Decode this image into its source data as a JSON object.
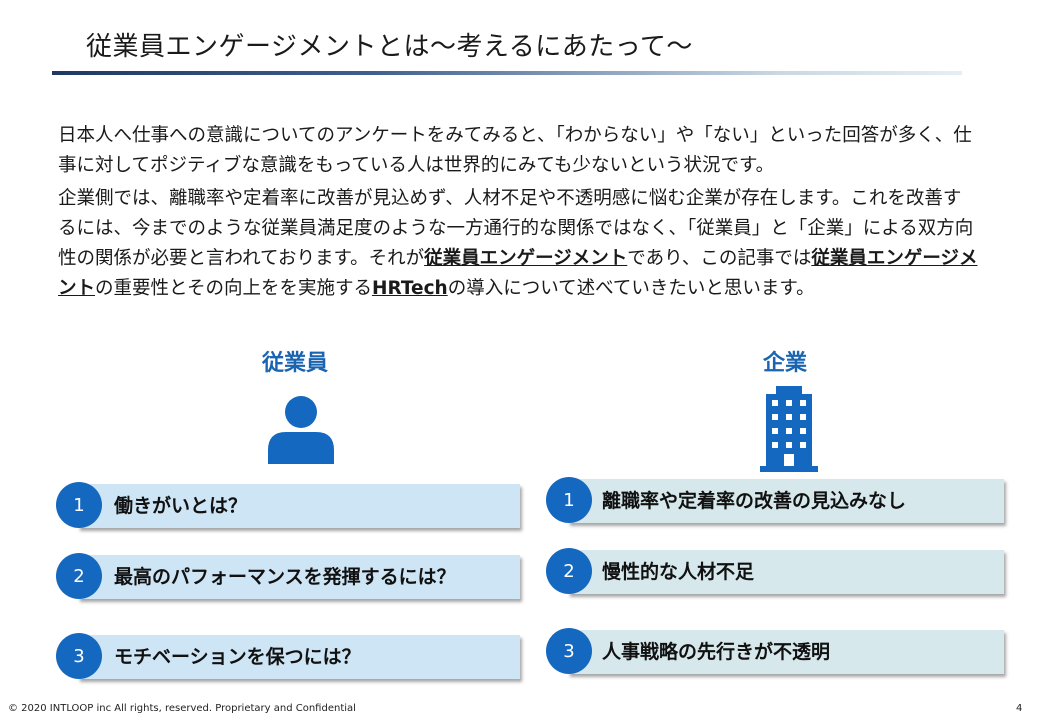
{
  "title": "従業員エンゲージメントとは～考えるにあたって～",
  "paragraph1": "日本人へ仕事への意識についてのアンケートをみてみると、「わからない」や「ない」といった回答が多く、仕事に対してポジティブな意識をもっている人は世界的にみても少ないという状況です。",
  "paragraph2": {
    "part1": "企業側では、離職率や定着率に改善が見込めず、人材不足や不透明感に悩む企業が存在します。これを改善するには、今までのような従業員満足度のような一方通行的な関係ではなく、「従業員」と「企業」による双方向性の関係が必要と言われております。それが",
    "bold1": "従業員エンゲージメント",
    "part2": "であり、この記事では",
    "bold2": "従業員エンゲージメント",
    "part3": "の重要性とその向上をを実施する",
    "bold3": "HRTech",
    "part4": "の導入について述べていきたいと思います。"
  },
  "employee": {
    "heading": "従業員",
    "icon": "person-icon",
    "items": [
      {
        "num": "1",
        "label": "働きがいとは？"
      },
      {
        "num": "2",
        "label": "最高のパフォーマンスを発揮するには？"
      },
      {
        "num": "3",
        "label": "モチベーションを保つには？"
      }
    ]
  },
  "company": {
    "heading": "企業",
    "icon": "building-icon",
    "items": [
      {
        "num": "1",
        "label": "離職率や定着率の改善の見込みなし"
      },
      {
        "num": "2",
        "label": "慢性的な人材不足"
      },
      {
        "num": "3",
        "label": "人事戦略の先行きが不透明"
      }
    ]
  },
  "footer": "© 2020 INTLOOP inc All rights, reserved.   Proprietary and Confidential",
  "page_number": "4",
  "colors": {
    "accent": "#1568c0",
    "heading": "#1a64b0",
    "left_box": "#cde5f4",
    "right_box": "#d6e8ec"
  }
}
